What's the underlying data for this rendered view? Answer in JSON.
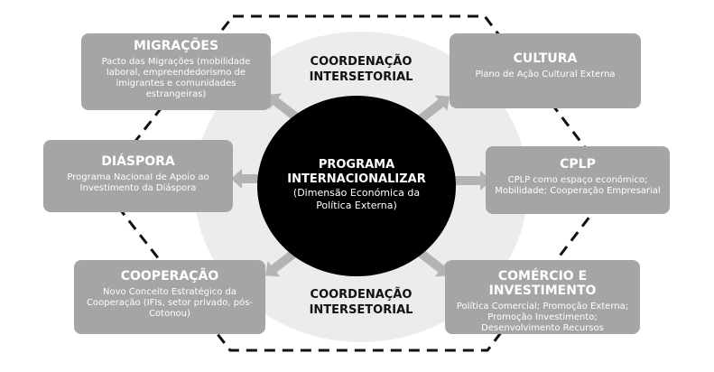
{
  "center": {
    "title1": "PROGRAMA",
    "title2": "INTERNACIONALIZAR",
    "subtitle": "(Dimensão Económica da Política Externa)"
  },
  "coordination_top": {
    "line1": "COORDENAÇÃO",
    "line2": "INTERSETORIAL"
  },
  "coordination_bottom": {
    "line1": "COORDENAÇÃO",
    "line2": "INTERSETORIAL"
  },
  "boxes": [
    {
      "title": "MIGRAÇÕES",
      "desc": "Pacto das Migrações (mobilidade laboral, empreendedorismo de imigrantes e comunidades estrangeiras)"
    },
    {
      "title": "CULTURA",
      "desc": "Plano de Ação Cultural Externa"
    },
    {
      "title": "DIÁSPORA",
      "desc": "Programa Nacional de Apoio ao Investimento da Diáspora"
    },
    {
      "title": "CPLP",
      "desc": "CPLP como espaço económico; Mobilidade; Cooperação Empresarial"
    },
    {
      "title": "COOPERAÇÃO",
      "desc": "Novo Conceito Estratégico da Cooperação (IFIs, setor privado, pós-Cotonou)"
    },
    {
      "title": "COMÉRCIO E INVESTIMENTO",
      "desc": "Política Comercial; Promoção Externa; Promoção Investimento; Desenvolvimento Recursos"
    }
  ],
  "colors": {
    "box": "#a5a5a5",
    "arrow": "#b3b3b3",
    "halo": "#ececec",
    "core": "#000000"
  }
}
